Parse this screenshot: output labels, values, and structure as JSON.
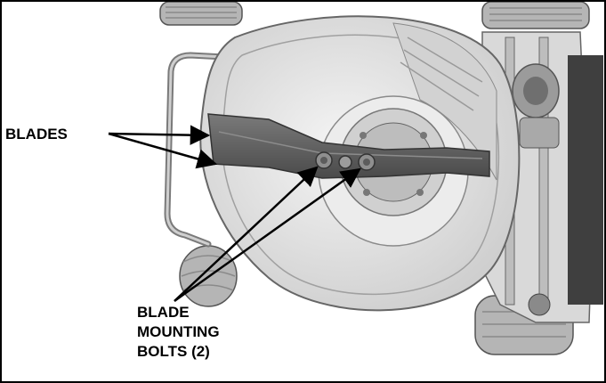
{
  "labels": {
    "blades": "BLADES",
    "bolts_line1": "BLADE",
    "bolts_line2": "MOUNTING",
    "bolts_line3": "BOLTS (2)"
  },
  "colors": {
    "border": "#000000",
    "arrow": "#000000",
    "deck": "#e4e4e4",
    "blade": "#5f5f5f",
    "tire": "#b5b5b5",
    "bolt": "#8f8f8f"
  }
}
